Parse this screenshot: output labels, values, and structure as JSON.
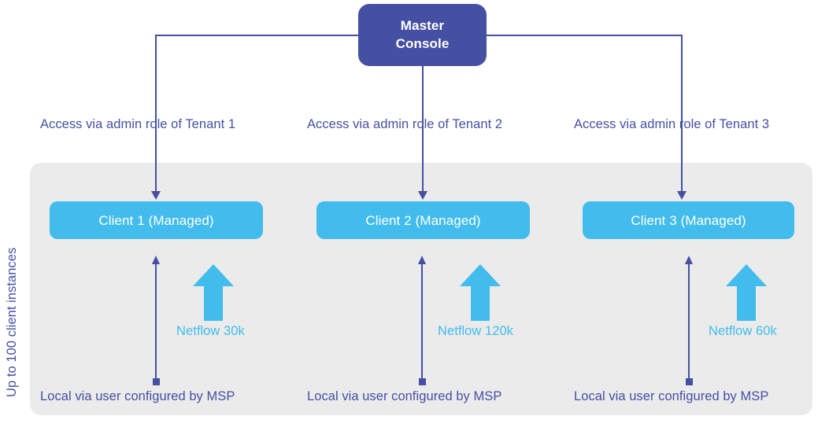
{
  "diagram": {
    "master": {
      "line1": "Master",
      "line2": "Console",
      "color": "#4550a3"
    },
    "side_label": "Up to 100 client instances",
    "panel_color": "#ebebeb",
    "accent_blue": "#42bcec",
    "accent_dark": "#4550a3",
    "columns": [
      {
        "tenant_label": "Access via admin role of Tenant 1",
        "client_label": "Client 1 (Managed)",
        "netflow_label": "Netflow 30k",
        "local_label": "Local via user configured by MSP"
      },
      {
        "tenant_label": "Access via admin role of Tenant 2",
        "client_label": "Client 2 (Managed)",
        "netflow_label": "Netflow 120k",
        "local_label": "Local via user configured by MSP"
      },
      {
        "tenant_label": "Access via admin role of Tenant 3",
        "client_label": "Client 3 (Managed)",
        "netflow_label": "Netflow 60k",
        "local_label": "Local via user configured by MSP"
      }
    ]
  }
}
